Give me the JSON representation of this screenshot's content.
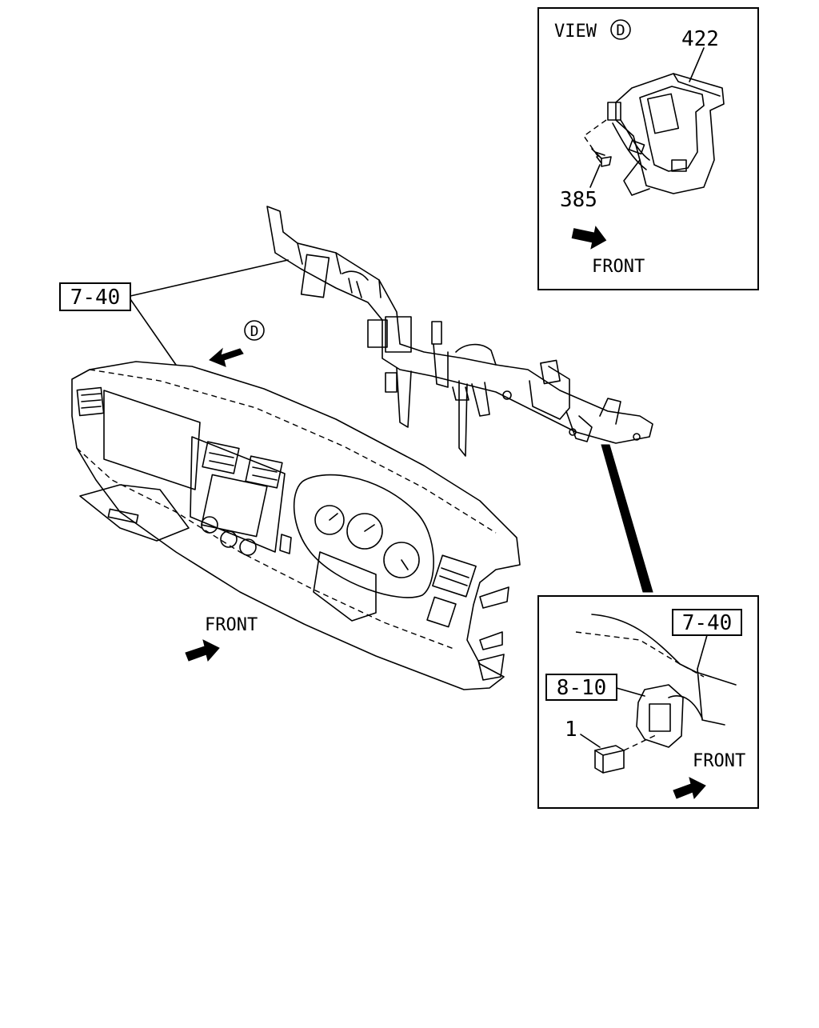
{
  "view_label": "VIEW",
  "view_letter": "D",
  "view_marker": "D",
  "front_labels": [
    "FRONT",
    "FRONT",
    "FRONT"
  ],
  "callouts": {
    "top_422": "422",
    "top_385": "385",
    "main_7_40": "7-40",
    "detail_7_40": "7-40",
    "detail_8_10": "8-10",
    "detail_1": "1"
  }
}
